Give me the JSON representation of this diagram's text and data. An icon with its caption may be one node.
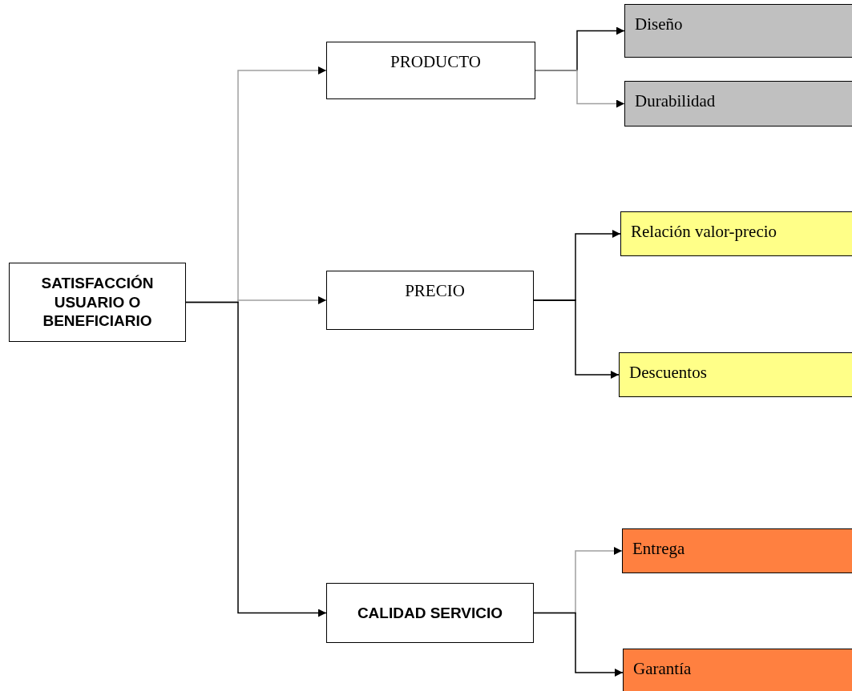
{
  "diagram": {
    "nodes": [
      {
        "text": [
          "SATISFACCIÓN USUARIO O BENEFICIARIO"
        ]
      },
      {
        "text": [
          "PRODUCTO"
        ]
      },
      {
        "text": [
          "PRECIO"
        ]
      },
      {
        "text": [
          "CALIDAD SERVICIO"
        ]
      },
      {
        "text": [
          "Diseño"
        ]
      },
      {
        "text": [
          "Durabilidad"
        ]
      },
      {
        "text": [
          "Relación valor-precio"
        ]
      },
      {
        "text": [
          "Descuentos"
        ]
      },
      {
        "text": [
          "Entrega"
        ]
      },
      {
        "text": [
          "Garantía"
        ]
      }
    ],
    "edges": [
      {
        "from": 0,
        "to": 1,
        "arrow": "to",
        "color": "#a0a0a0"
      },
      {
        "from": 0,
        "to": 2,
        "arrow": "to",
        "color": "#a0a0a0"
      },
      {
        "from": 0,
        "to": 3,
        "arrow": "to"
      },
      {
        "from": 1,
        "to": 4,
        "arrow": "to"
      },
      {
        "from": 1,
        "to": 5,
        "arrow": "to",
        "color": "#a0a0a0"
      },
      {
        "from": 2,
        "to": 6,
        "arrow": "to"
      },
      {
        "from": 2,
        "to": 7,
        "arrow": "to"
      },
      {
        "from": 3,
        "to": 8,
        "arrow": "to",
        "color": "#a0a0a0"
      },
      {
        "from": 3,
        "to": 9,
        "arrow": "to"
      }
    ]
  }
}
